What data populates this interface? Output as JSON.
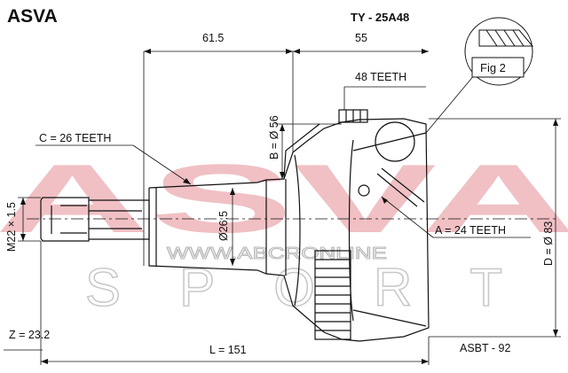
{
  "header": {
    "brand": "ASVA",
    "part_number": "TY - 25A48"
  },
  "figure": {
    "label": "Fig 2"
  },
  "dimensions": {
    "d61_5": "61.5",
    "d55": "55",
    "teeth_48": "48 TEETH",
    "c_teeth": "C = 26 TEETH",
    "a_teeth": "A = 24 TEETH",
    "b_56": "B = Ø 56",
    "d26_5": "Ø26.5",
    "m22": "M22 × 1.5",
    "d_83": "D = Ø 83",
    "z": "Z = 23.2",
    "l": "L = 151"
  },
  "footer": {
    "catalog_code": "ASBT - 92"
  },
  "watermark": {
    "brand": "ASVA",
    "sub": "SPORT",
    "url": "WWW.ABCRONLINE"
  },
  "colors": {
    "watermark_red": "#f0c0c4",
    "watermark_gray": "#c9c9c9",
    "ink": "#111111"
  }
}
